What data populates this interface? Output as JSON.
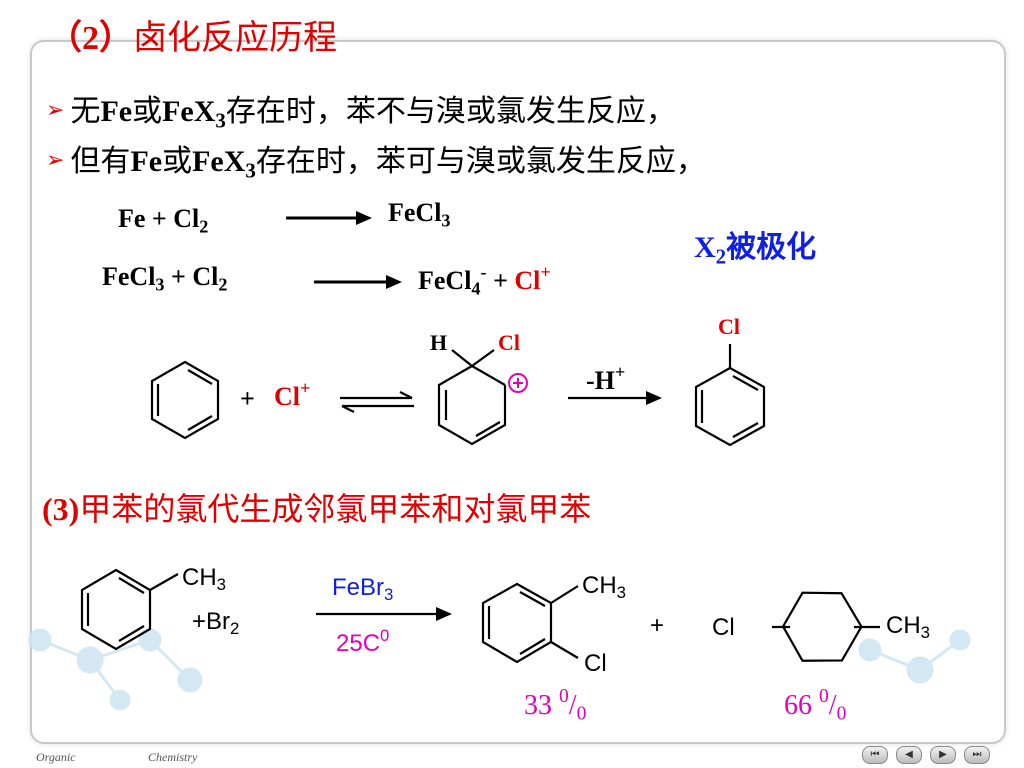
{
  "title": {
    "num": "（2）",
    "text": "卤化反应历程"
  },
  "bullets": [
    {
      "pre": "无",
      "fe": "Fe",
      "or": "或",
      "fex": "FeX",
      "sub": "3",
      "post": "存在时，苯不与溴或氯发生反应，"
    },
    {
      "pre": "但有",
      "fe": "Fe",
      "or": "或",
      "fex": "FeX",
      "sub": "3",
      "post": "存在时，苯可与溴或氯发生反应，"
    }
  ],
  "eq1": {
    "fe": "Fe  +  Cl",
    "cl_sub": "2",
    "product": "FeCl",
    "product_sub": "3"
  },
  "eq2": {
    "left": "FeCl",
    "left_sub": "3",
    "plus": "  +  Cl",
    "cl_sub": "2",
    "product": "FeCl",
    "product_sub": "4",
    "product_sup": "-",
    "plus2": "  +  ",
    "cation": "Cl",
    "cation_sup": "+"
  },
  "polarized": {
    "x": "X",
    "sub": "2",
    "text": "被极化"
  },
  "mechanism": {
    "plus": "+",
    "cl": "Cl",
    "cl_sup": "+",
    "h": "H",
    "cl_sigma": "Cl",
    "charge": "⊕",
    "minus_h": "-H",
    "minus_h_sup": "+",
    "product_cl": "Cl"
  },
  "section3": {
    "num": "(3)",
    "text": "甲苯的氯代生成邻氯甲苯和对氯甲苯"
  },
  "toluene": {
    "ch3": "CH",
    "ch3_sub": "3",
    "br2": "+Br",
    "br2_sub": "2",
    "catalyst": "FeBr",
    "catalyst_sub": "3",
    "temp": "25C",
    "temp_sup": "0",
    "ortho_ch3": "CH",
    "ortho_ch3_sub": "3",
    "ortho_cl": "Cl",
    "plus": "+",
    "para_cl": "Cl",
    "para_ch3": "CH",
    "para_ch3_sub": "3",
    "ortho_yield": "33 ",
    "ortho_yield_sup": "0",
    "ortho_yield_slash": "/",
    "ortho_yield_sub": "0",
    "para_yield": "66 ",
    "para_yield_sup": "0",
    "para_yield_slash": "/",
    "para_yield_sub": "0"
  },
  "footer": {
    "left": "Organic",
    "right": "Chemistry"
  },
  "nav": [
    "⏮",
    "◀",
    "▶",
    "⏭"
  ],
  "colors": {
    "accent": "#e00000",
    "blue": "#1020e0",
    "magenta": "#e000c0"
  }
}
